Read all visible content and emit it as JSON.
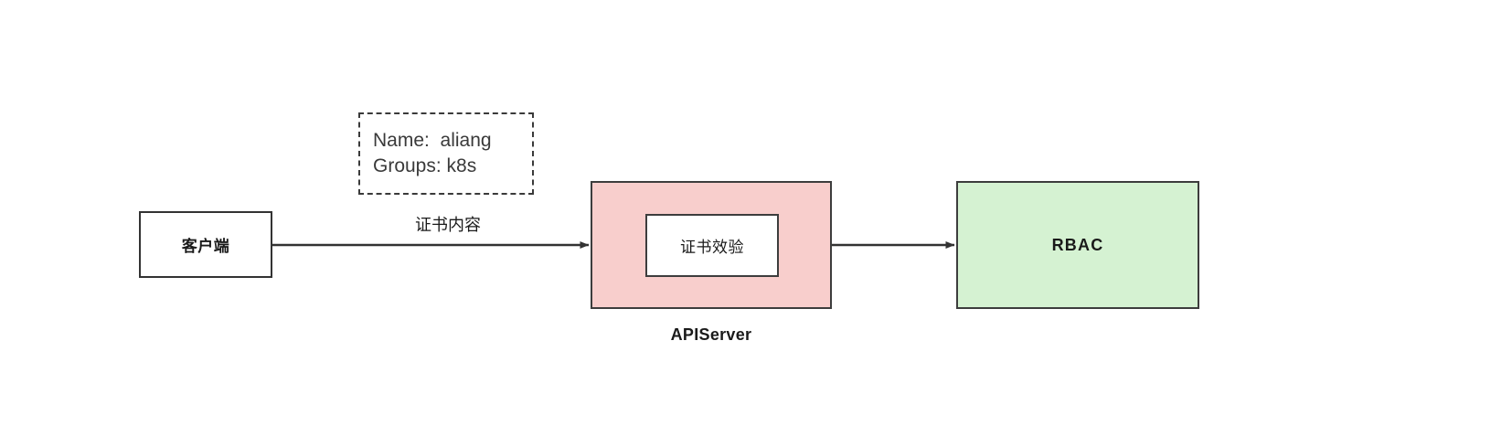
{
  "diagram": {
    "title": "Kubernetes APIServer certificate authentication flow",
    "background_color": "#ffffff",
    "nodes": {
      "client": {
        "label": "客户端",
        "fill": "#ffffff",
        "stroke": "#333333"
      },
      "credentials": {
        "line1": "Name:  aliang",
        "line2": "Groups: k8s",
        "fill": "transparent",
        "stroke": "#3a3a3a",
        "border_style": "dashed"
      },
      "apiserver": {
        "caption": "APIServer",
        "fill": "#f8cecc",
        "stroke": "#3d3d3d"
      },
      "verify": {
        "label": "证书效验",
        "fill": "#ffffff",
        "stroke": "#3d3d3d"
      },
      "rbac": {
        "label": "RBAC",
        "fill": "#d5f2d2",
        "stroke": "#3d3d3d"
      }
    },
    "edges": [
      {
        "from": "client",
        "to": "apiserver",
        "label": "证书内容",
        "stroke": "#333333"
      },
      {
        "from": "apiserver",
        "to": "rbac",
        "label": "",
        "stroke": "#333333"
      }
    ]
  }
}
